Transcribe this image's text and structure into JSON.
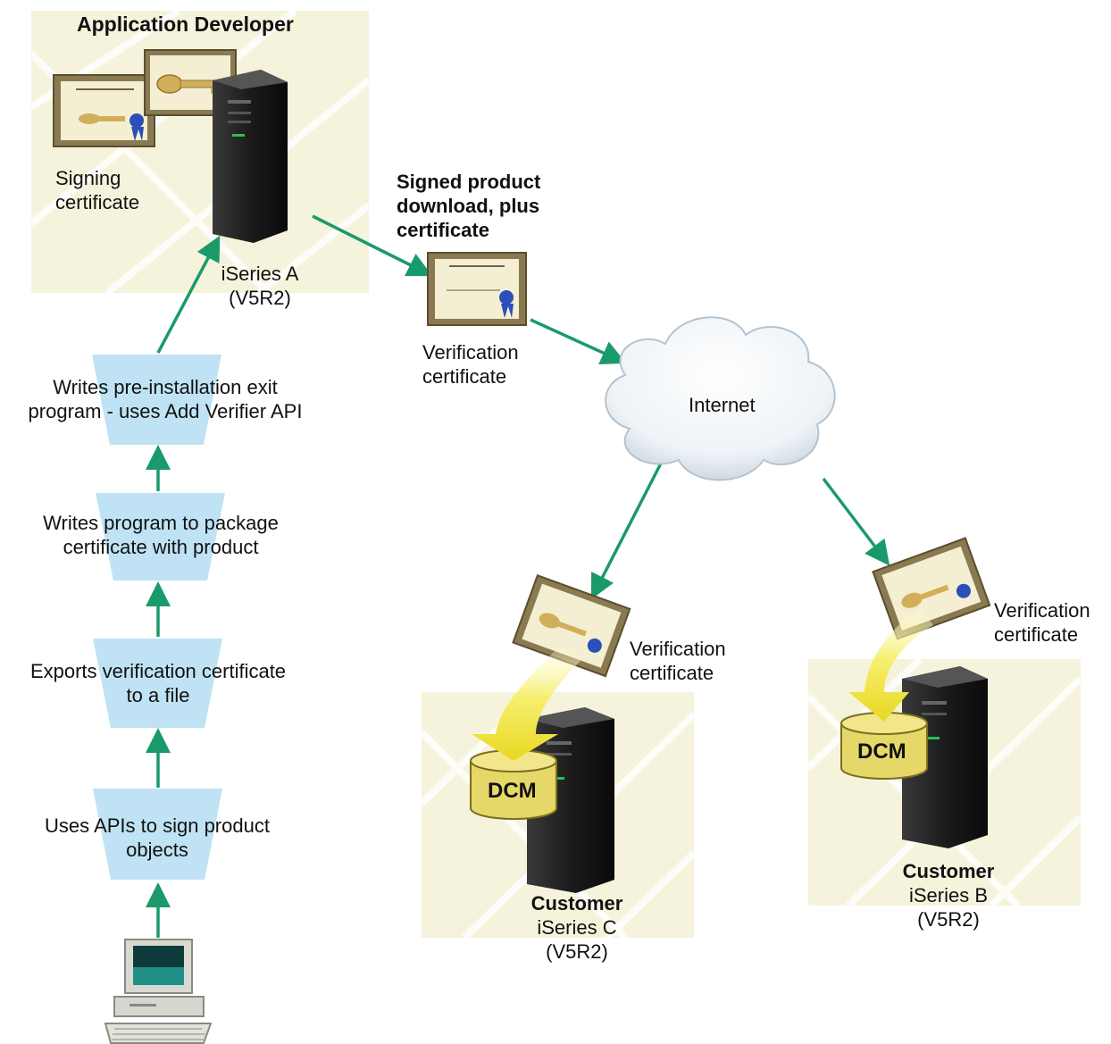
{
  "developer": {
    "title": "Application Developer",
    "signing_cert": [
      "Signing",
      "certificate"
    ],
    "server_name": "iSeries A",
    "server_version": "(V5R2)"
  },
  "download": {
    "heading": [
      "Signed product",
      "download, plus",
      "certificate"
    ],
    "verification": [
      "Verification",
      "certificate"
    ]
  },
  "internet_label": "Internet",
  "steps": [
    {
      "lines": [
        "Writes pre-installation exit",
        "program - uses Add Verifier API"
      ]
    },
    {
      "lines": [
        "Writes program to package",
        "certificate with product"
      ]
    },
    {
      "lines": [
        "Exports verification certificate",
        "to a file"
      ]
    },
    {
      "lines": [
        "Uses APIs to sign product",
        "objects"
      ]
    }
  ],
  "customer_c": {
    "verification": [
      "Verification",
      "certificate"
    ],
    "dcm": "DCM",
    "title": "Customer",
    "server_name": "iSeries C",
    "server_version": "(V5R2)"
  },
  "customer_b": {
    "verification": [
      "Verification",
      "certificate"
    ],
    "dcm": "DCM",
    "title": "Customer",
    "server_name": "iSeries B",
    "server_version": "(V5R2)"
  },
  "colors": {
    "arrow": "#1a9a6a",
    "funnel": "#bfe3f4",
    "panel": "#f6f3dc",
    "dcm": "#e6d868",
    "yellow_arrow": "#f2e640"
  }
}
